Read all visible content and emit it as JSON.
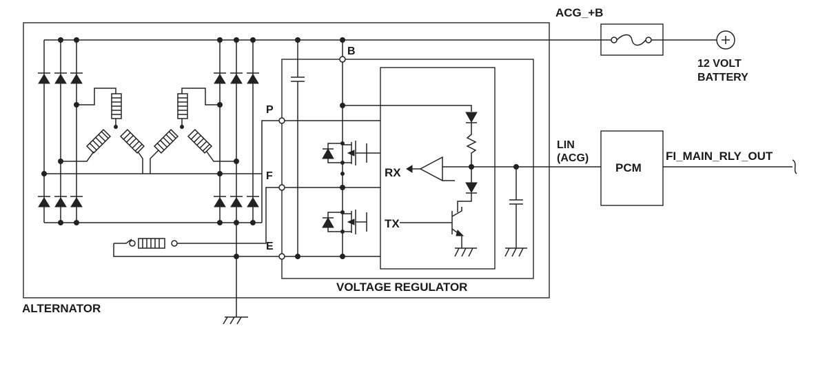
{
  "labels": {
    "acg_b": "ACG_+B",
    "battery_line1": "12 VOLT",
    "battery_line2": "BATTERY",
    "terminal_b": "B",
    "terminal_p": "P",
    "terminal_f": "F",
    "terminal_e": "E",
    "rx": "RX",
    "tx": "TX",
    "lin_line1": "LIN",
    "lin_line2": "(ACG)",
    "pcm": "PCM",
    "fi_main": "FI_MAIN_RLY_OUT",
    "voltage_regulator": "VOLTAGE REGULATOR",
    "alternator": "ALTERNATOR"
  }
}
